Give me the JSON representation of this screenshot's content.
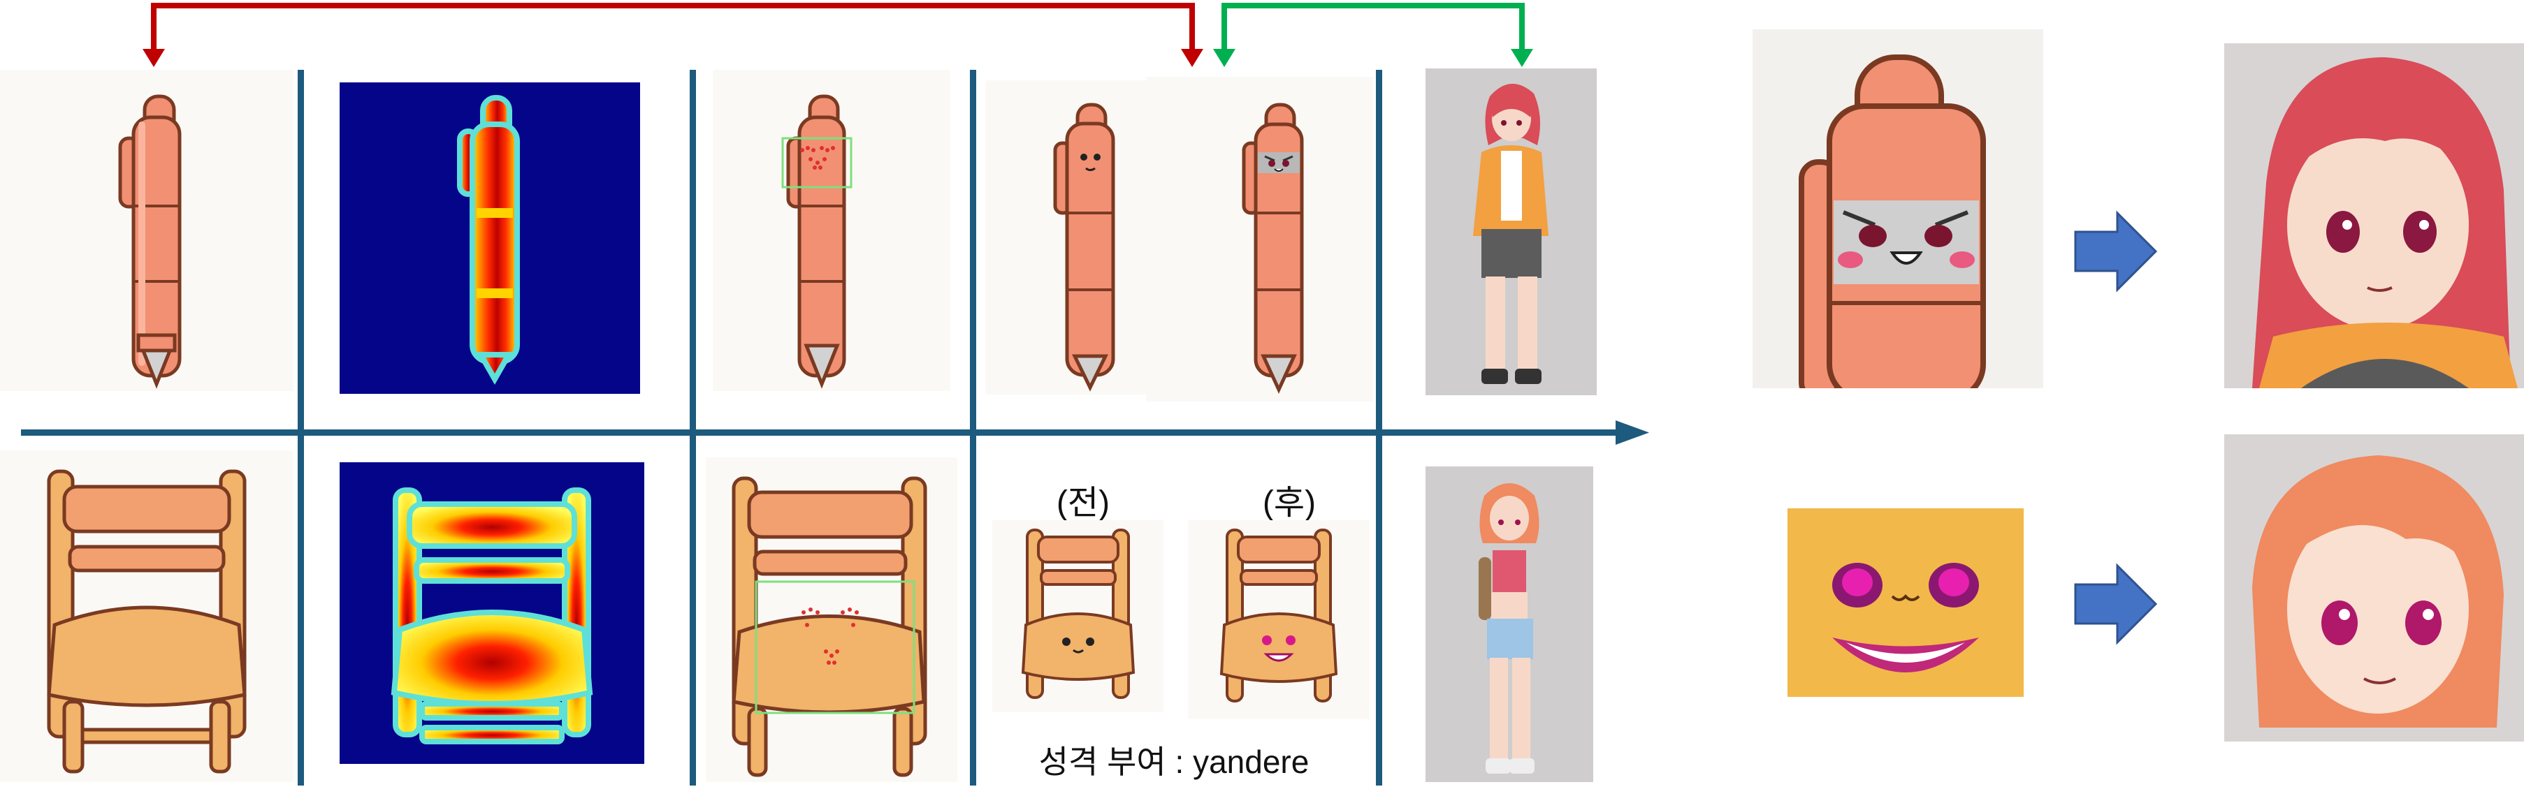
{
  "labels": {
    "before": "(전)",
    "after": "(후)",
    "personality": "성격 부여 : yandere"
  },
  "rows": [
    {
      "object": "pen",
      "stages": [
        "pen-sketch",
        "pen-heatmap",
        "pen-face-region",
        "pen-faces",
        "pen-character"
      ]
    },
    {
      "object": "chair",
      "stages": [
        "chair-sketch",
        "chair-heatmap",
        "chair-face-region",
        "chair-faces",
        "chair-character"
      ]
    }
  ],
  "colors": {
    "divider": "#1c5a7e",
    "arrow_red": "#c00000",
    "arrow_green": "#00b050",
    "block_arrow": "#4472c4",
    "pen": "#f29073",
    "chair": "#f2b36a",
    "heat_bg": "#05058a"
  }
}
